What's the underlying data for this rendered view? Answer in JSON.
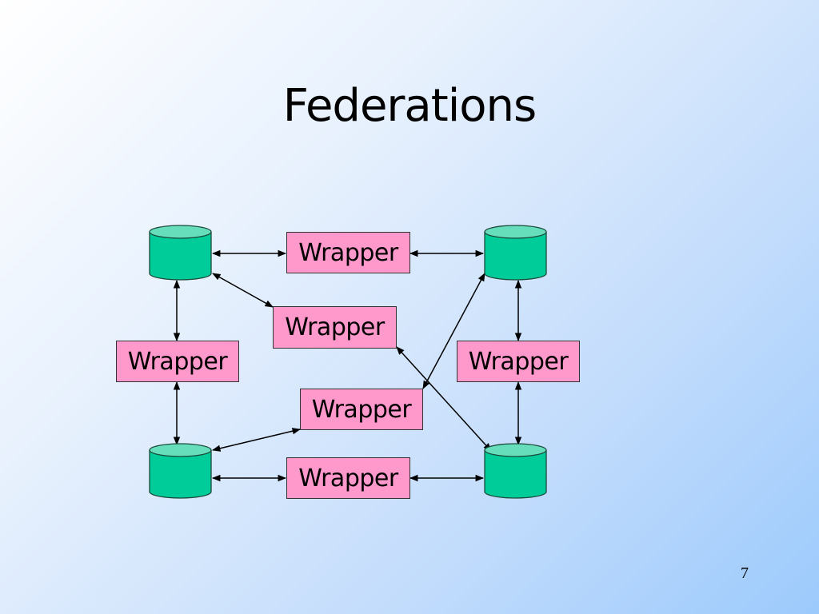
{
  "slide": {
    "title": "Federations",
    "page_number": "7"
  },
  "colors": {
    "database_fill": "#00cc99",
    "database_top": "#66ddbb",
    "wrapper_fill": "#ff99cc"
  },
  "databases": [
    {
      "id": "db-top-left"
    },
    {
      "id": "db-top-right"
    },
    {
      "id": "db-bottom-left"
    },
    {
      "id": "db-bottom-right"
    }
  ],
  "wrappers": [
    {
      "id": "wrapper-top",
      "label": "Wrapper"
    },
    {
      "id": "wrapper-center-upper",
      "label": "Wrapper"
    },
    {
      "id": "wrapper-left",
      "label": "Wrapper"
    },
    {
      "id": "wrapper-right",
      "label": "Wrapper"
    },
    {
      "id": "wrapper-center-lower",
      "label": "Wrapper"
    },
    {
      "id": "wrapper-bottom",
      "label": "Wrapper"
    }
  ],
  "connections": [
    {
      "from": "db-top-left",
      "to": "wrapper-top",
      "direction": "bidirectional"
    },
    {
      "from": "wrapper-top",
      "to": "db-top-right",
      "direction": "bidirectional"
    },
    {
      "from": "db-top-left",
      "to": "wrapper-center-upper",
      "direction": "bidirectional"
    },
    {
      "from": "wrapper-center-upper",
      "to": "db-bottom-right",
      "direction": "bidirectional"
    },
    {
      "from": "db-top-left",
      "to": "wrapper-left",
      "direction": "bidirectional"
    },
    {
      "from": "wrapper-left",
      "to": "db-bottom-left",
      "direction": "bidirectional"
    },
    {
      "from": "db-top-right",
      "to": "wrapper-right",
      "direction": "bidirectional"
    },
    {
      "from": "wrapper-right",
      "to": "db-bottom-right",
      "direction": "bidirectional"
    },
    {
      "from": "db-bottom-left",
      "to": "wrapper-center-lower",
      "direction": "bidirectional"
    },
    {
      "from": "wrapper-center-lower",
      "to": "db-top-right",
      "direction": "bidirectional"
    },
    {
      "from": "db-bottom-left",
      "to": "wrapper-bottom",
      "direction": "bidirectional"
    },
    {
      "from": "wrapper-bottom",
      "to": "db-bottom-right",
      "direction": "bidirectional"
    }
  ]
}
